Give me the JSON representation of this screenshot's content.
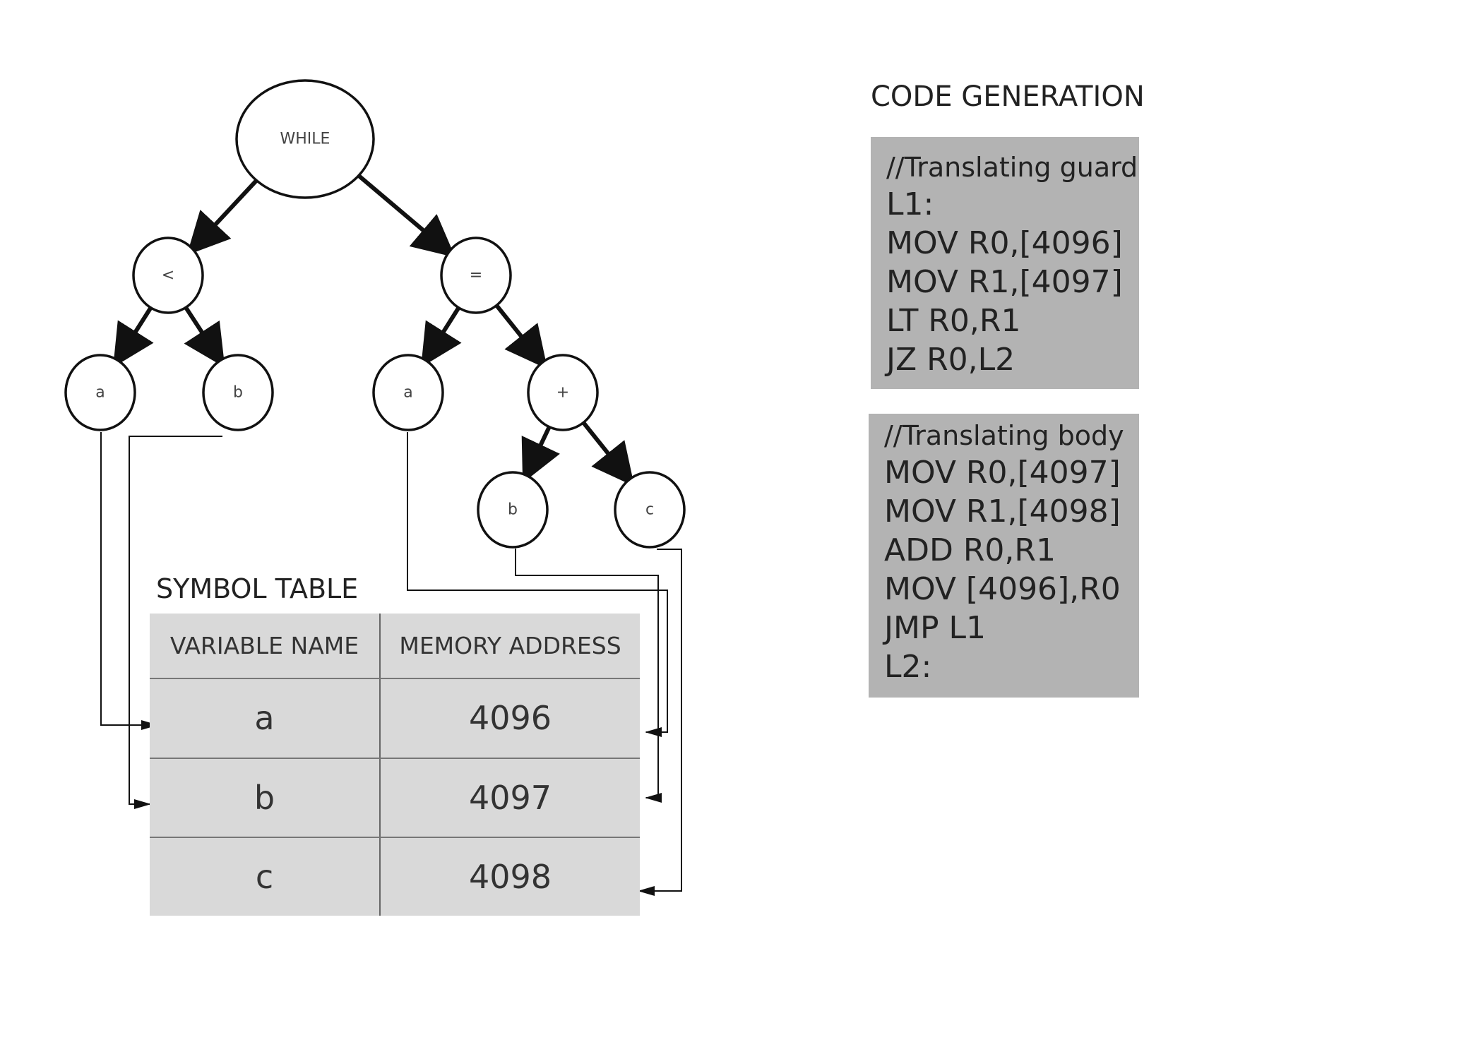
{
  "tree": {
    "nodes": [
      {
        "id": "while",
        "label": "WHILE"
      },
      {
        "id": "lt",
        "label": "<"
      },
      {
        "id": "eq",
        "label": "="
      },
      {
        "id": "a1",
        "label": "a"
      },
      {
        "id": "b1",
        "label": "b"
      },
      {
        "id": "a2",
        "label": "a"
      },
      {
        "id": "plus",
        "label": "+"
      },
      {
        "id": "b2",
        "label": "b"
      },
      {
        "id": "c1",
        "label": "c"
      }
    ],
    "edges": [
      [
        "while",
        "lt"
      ],
      [
        "while",
        "eq"
      ],
      [
        "lt",
        "a1"
      ],
      [
        "lt",
        "b1"
      ],
      [
        "eq",
        "a2"
      ],
      [
        "eq",
        "plus"
      ],
      [
        "plus",
        "b2"
      ],
      [
        "plus",
        "c1"
      ]
    ],
    "links": [
      [
        "a1",
        "a"
      ],
      [
        "b1",
        "b"
      ],
      [
        "a2",
        "a"
      ],
      [
        "b2",
        "b"
      ],
      [
        "c1",
        "c"
      ]
    ]
  },
  "symbol_table": {
    "title": "SYMBOL TABLE",
    "headers": [
      "VARIABLE NAME",
      "MEMORY ADDRESS"
    ],
    "rows": [
      {
        "name": "a",
        "address": "4096"
      },
      {
        "name": "b",
        "address": "4097"
      },
      {
        "name": "c",
        "address": "4098"
      }
    ]
  },
  "code_generation": {
    "title": "CODE GENERATION",
    "guard": {
      "comment": "//Translating guard",
      "lines": [
        "L1:",
        "MOV R0,[4096]",
        "MOV R1,[4097]",
        "LT R0,R1",
        "JZ R0,L2"
      ]
    },
    "body": {
      "comment": "//Translating body",
      "lines": [
        "MOV R0,[4097]",
        "MOV R1,[4098]",
        "ADD R0,R1",
        "MOV [4096],R0",
        "JMP L1",
        "L2:"
      ]
    }
  }
}
